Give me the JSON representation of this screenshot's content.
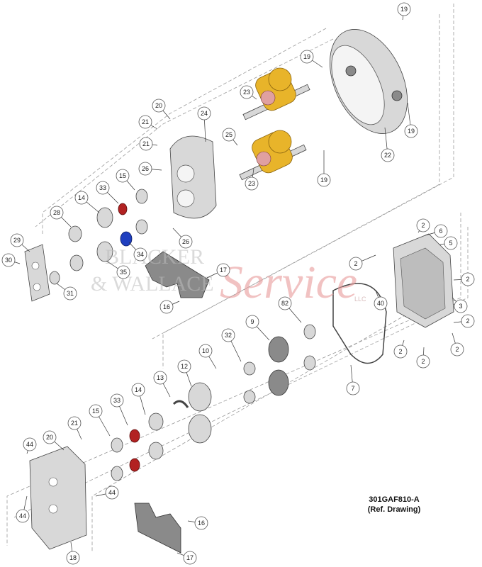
{
  "drawing": {
    "number": "301GAF810-A",
    "note": "(Ref. Drawing)"
  },
  "watermark": {
    "line1": "BLACKER",
    "line2": "& WALLACE",
    "script": "Service",
    "small": "LLC"
  },
  "callouts": [
    "19",
    "19",
    "19",
    "19",
    "23",
    "23",
    "22",
    "20",
    "21",
    "21",
    "24",
    "25",
    "26",
    "26",
    "15",
    "33",
    "14",
    "28",
    "29",
    "30",
    "31",
    "34",
    "35",
    "17",
    "16",
    "2",
    "6",
    "5",
    "2",
    "2",
    "2",
    "40",
    "3",
    "2",
    "2",
    "2",
    "7",
    "82",
    "9",
    "32",
    "10",
    "12",
    "13",
    "14",
    "15",
    "33",
    "21",
    "20",
    "44",
    "44",
    "44",
    "18",
    "16",
    "17"
  ],
  "colors": {
    "rotor": "#e8b42a",
    "seal": "#b22222",
    "spacer": "#1f3fbf",
    "watermark_text": "#e99b9b"
  }
}
